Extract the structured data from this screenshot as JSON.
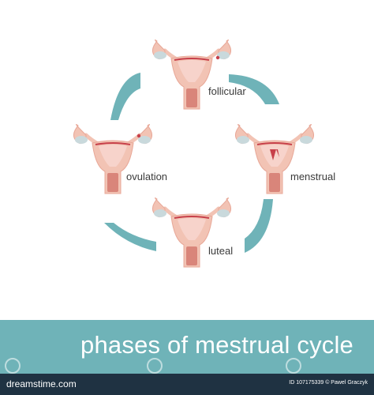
{
  "phases": [
    {
      "id": "follicular",
      "label": "follicular"
    },
    {
      "id": "ovulation",
      "label": "ovulation"
    },
    {
      "id": "menstrual",
      "label": "menstrual"
    },
    {
      "id": "luteal",
      "label": "luteal"
    }
  ],
  "banner": {
    "title": "phases of mestrual cycle"
  },
  "footer": {
    "brand": "dreamstime.com",
    "id_text": "ID 107175339 © Pawel Graczyk"
  },
  "colors": {
    "organ_pink": "#f2c3b4",
    "organ_outline": "#e8a898",
    "inner_red": "#c7404a",
    "uterus_inner": "#f7d3cb",
    "canal": "#d9857a",
    "tube_gray": "#c9d9dc",
    "arrow_teal": "#6fb3b8",
    "banner_teal": "#6fb3b8",
    "footer_navy": "#1f3242"
  }
}
